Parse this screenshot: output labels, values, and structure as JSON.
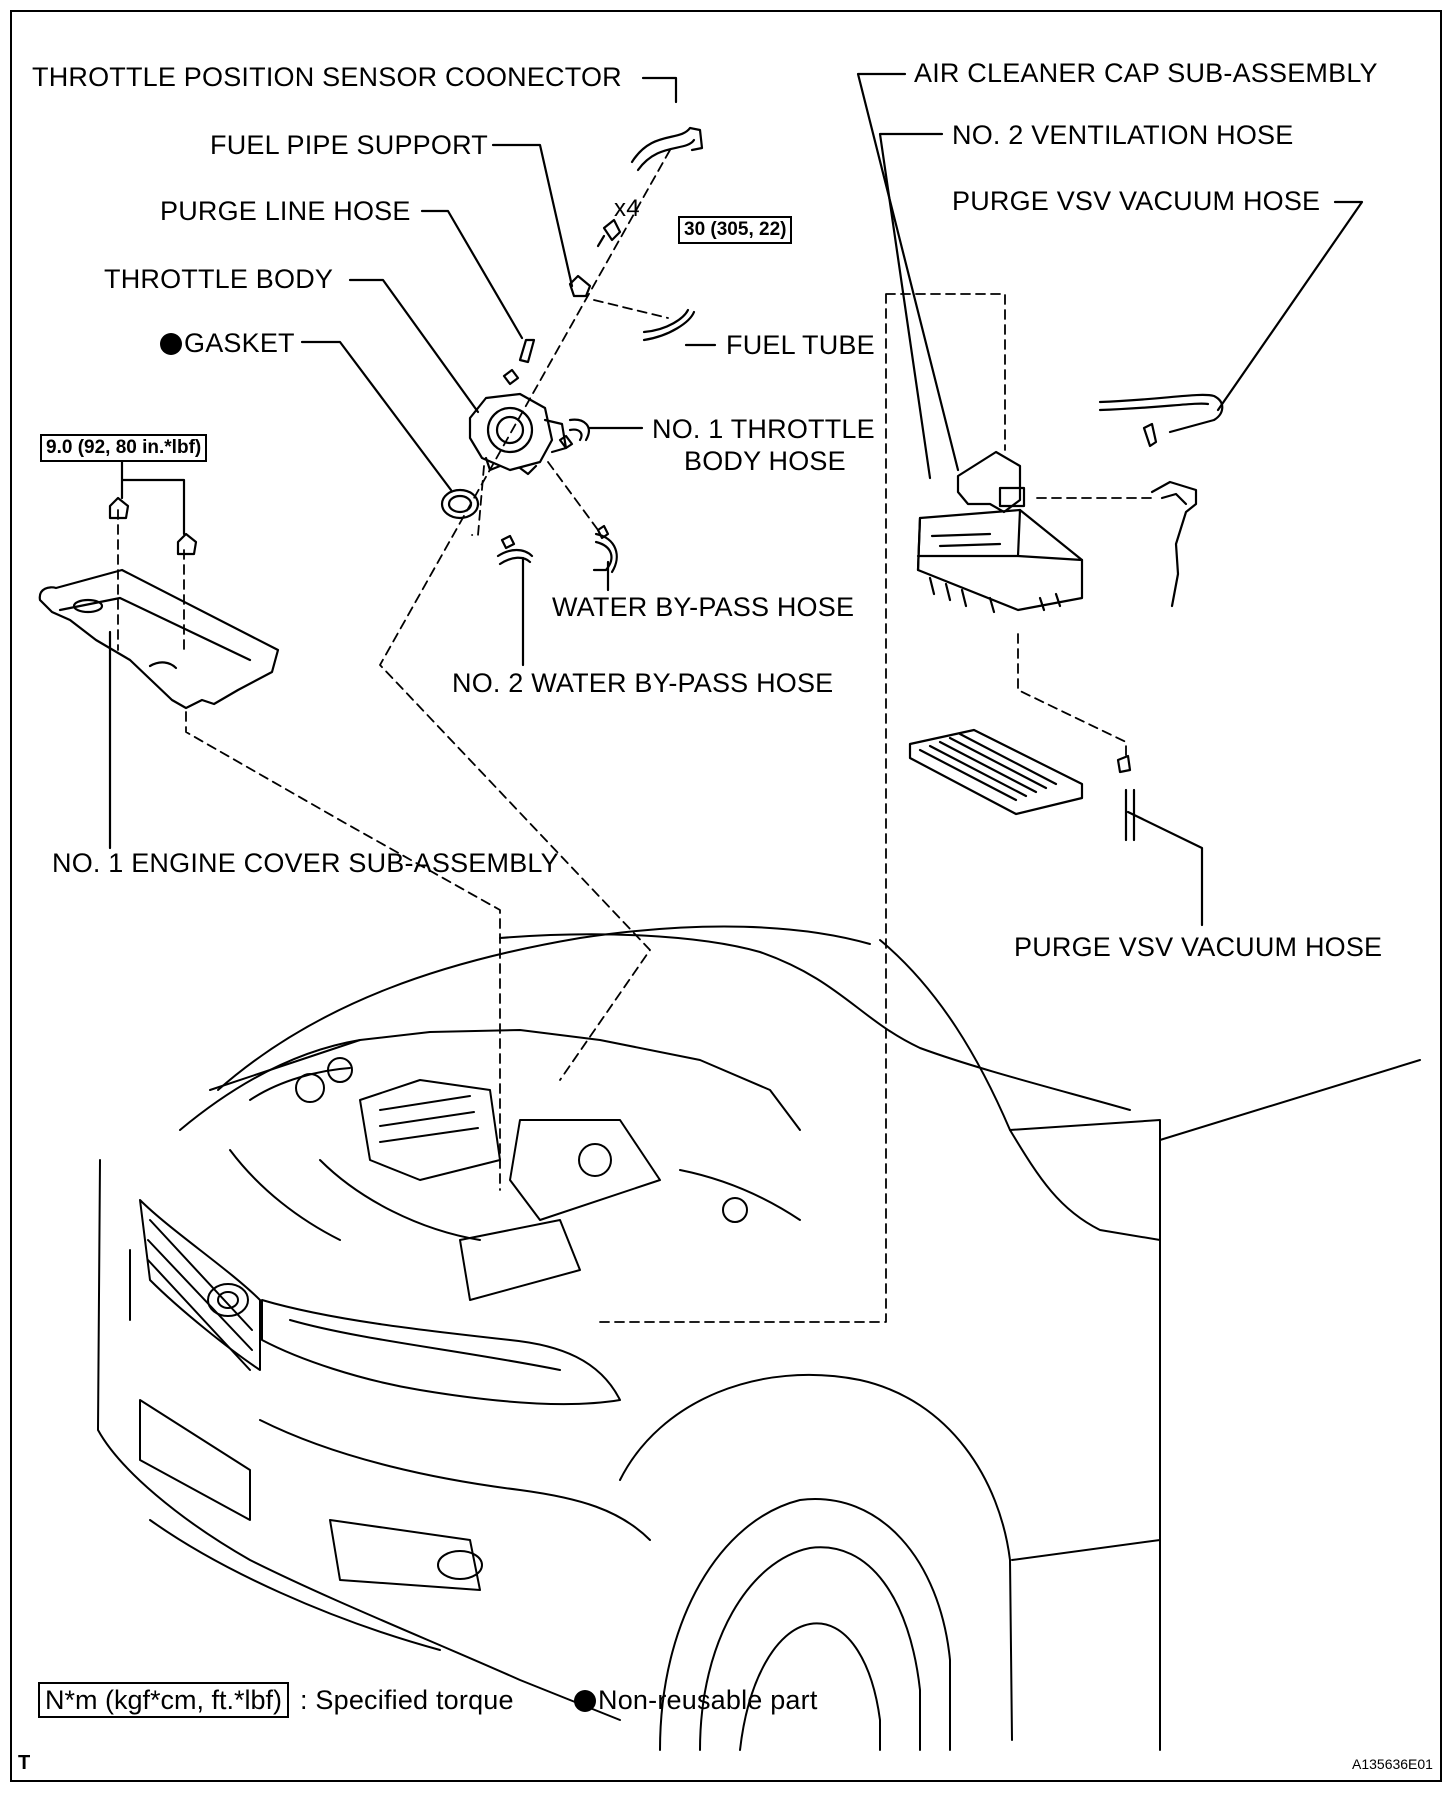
{
  "labels": {
    "tps_connector": "THROTTLE POSITION SENSOR COONECTOR",
    "fuel_pipe_support": "FUEL PIPE SUPPORT",
    "purge_line_hose": "PURGE LINE HOSE",
    "throttle_body": "THROTTLE BODY",
    "gasket": "GASKET",
    "fuel_tube": "FUEL TUBE",
    "no1_throttle_body_hose_line1": "NO. 1 THROTTLE",
    "no1_throttle_body_hose_line2": "BODY HOSE",
    "water_bypass_hose": "WATER BY-PASS HOSE",
    "no2_water_bypass_hose": "NO. 2 WATER BY-PASS HOSE",
    "no1_engine_cover": "NO. 1 ENGINE COVER SUB-ASSEMBLY",
    "air_cleaner_cap": "AIR CLEANER CAP SUB-ASSEMBLY",
    "no2_ventilation_hose": "NO. 2 VENTILATION HOSE",
    "purge_vsv_vacuum_hose_top": "PURGE VSV VACUUM HOSE",
    "purge_vsv_vacuum_hose_bottom": "PURGE VSV VACUUM HOSE",
    "qty": "x4"
  },
  "torque": {
    "throttle_bolt": "30 (305, 22)",
    "engine_cover_nut": "9.0 (92, 80 in.*lbf)"
  },
  "legend": {
    "torque_unit": "N*m (kgf*cm, ft.*lbf)",
    "torque_desc": ": Specified torque",
    "nonreusable_desc": "Non-reusable part"
  },
  "footer": {
    "corner_mark": "T",
    "figure_id": "A135636E01"
  }
}
